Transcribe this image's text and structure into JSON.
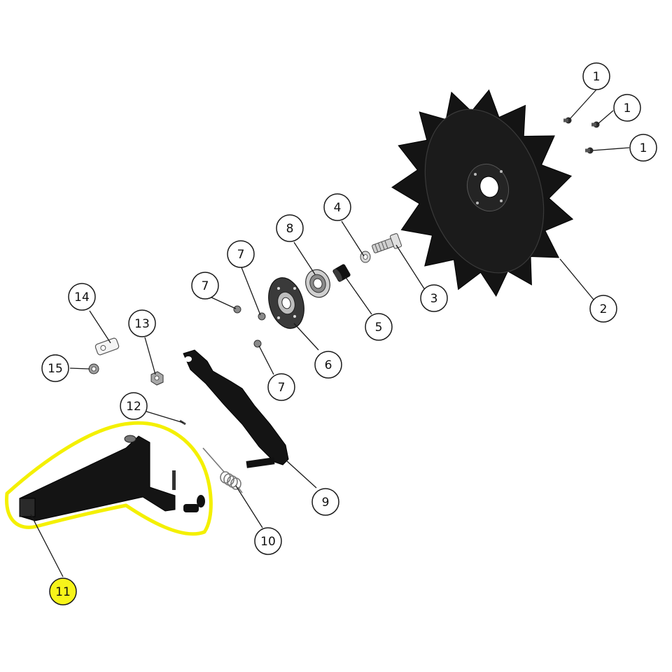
{
  "colors": {
    "background": "#ffffff",
    "part_fill": "#141414",
    "part_edge": "#000000",
    "metal_light": "#d4d4d4",
    "metal_mid": "#9a9a9a",
    "callout_fill": "#ffffff",
    "callout_stroke": "#1a1a1a",
    "highlight_yellow": "#f4f000",
    "highlight_callout": "#f7f41a"
  },
  "callouts": [
    {
      "id": "c1a",
      "label": "1"
    },
    {
      "id": "c1b",
      "label": "1"
    },
    {
      "id": "c1c",
      "label": "1"
    },
    {
      "id": "c2",
      "label": "2"
    },
    {
      "id": "c3",
      "label": "3"
    },
    {
      "id": "c4",
      "label": "4"
    },
    {
      "id": "c5",
      "label": "5"
    },
    {
      "id": "c6",
      "label": "6"
    },
    {
      "id": "c7a",
      "label": "7"
    },
    {
      "id": "c7b",
      "label": "7"
    },
    {
      "id": "c7c",
      "label": "7"
    },
    {
      "id": "c8",
      "label": "8"
    },
    {
      "id": "c9",
      "label": "9"
    },
    {
      "id": "c10",
      "label": "10"
    },
    {
      "id": "c11",
      "label": "11",
      "highlighted": true
    },
    {
      "id": "c12",
      "label": "12"
    },
    {
      "id": "c13",
      "label": "13"
    },
    {
      "id": "c14",
      "label": "14"
    },
    {
      "id": "c15",
      "label": "15"
    }
  ],
  "icons": {
    "parts": [
      "screw-icon",
      "tine-wheel-icon",
      "bolt-icon",
      "washer-icon",
      "spacer-icon",
      "hub-flange-icon",
      "nut-icon",
      "bearing-icon",
      "arm-icon",
      "spring-icon",
      "square-tube-arm-icon",
      "pin-icon",
      "lock-nut-icon",
      "tab-icon"
    ]
  }
}
